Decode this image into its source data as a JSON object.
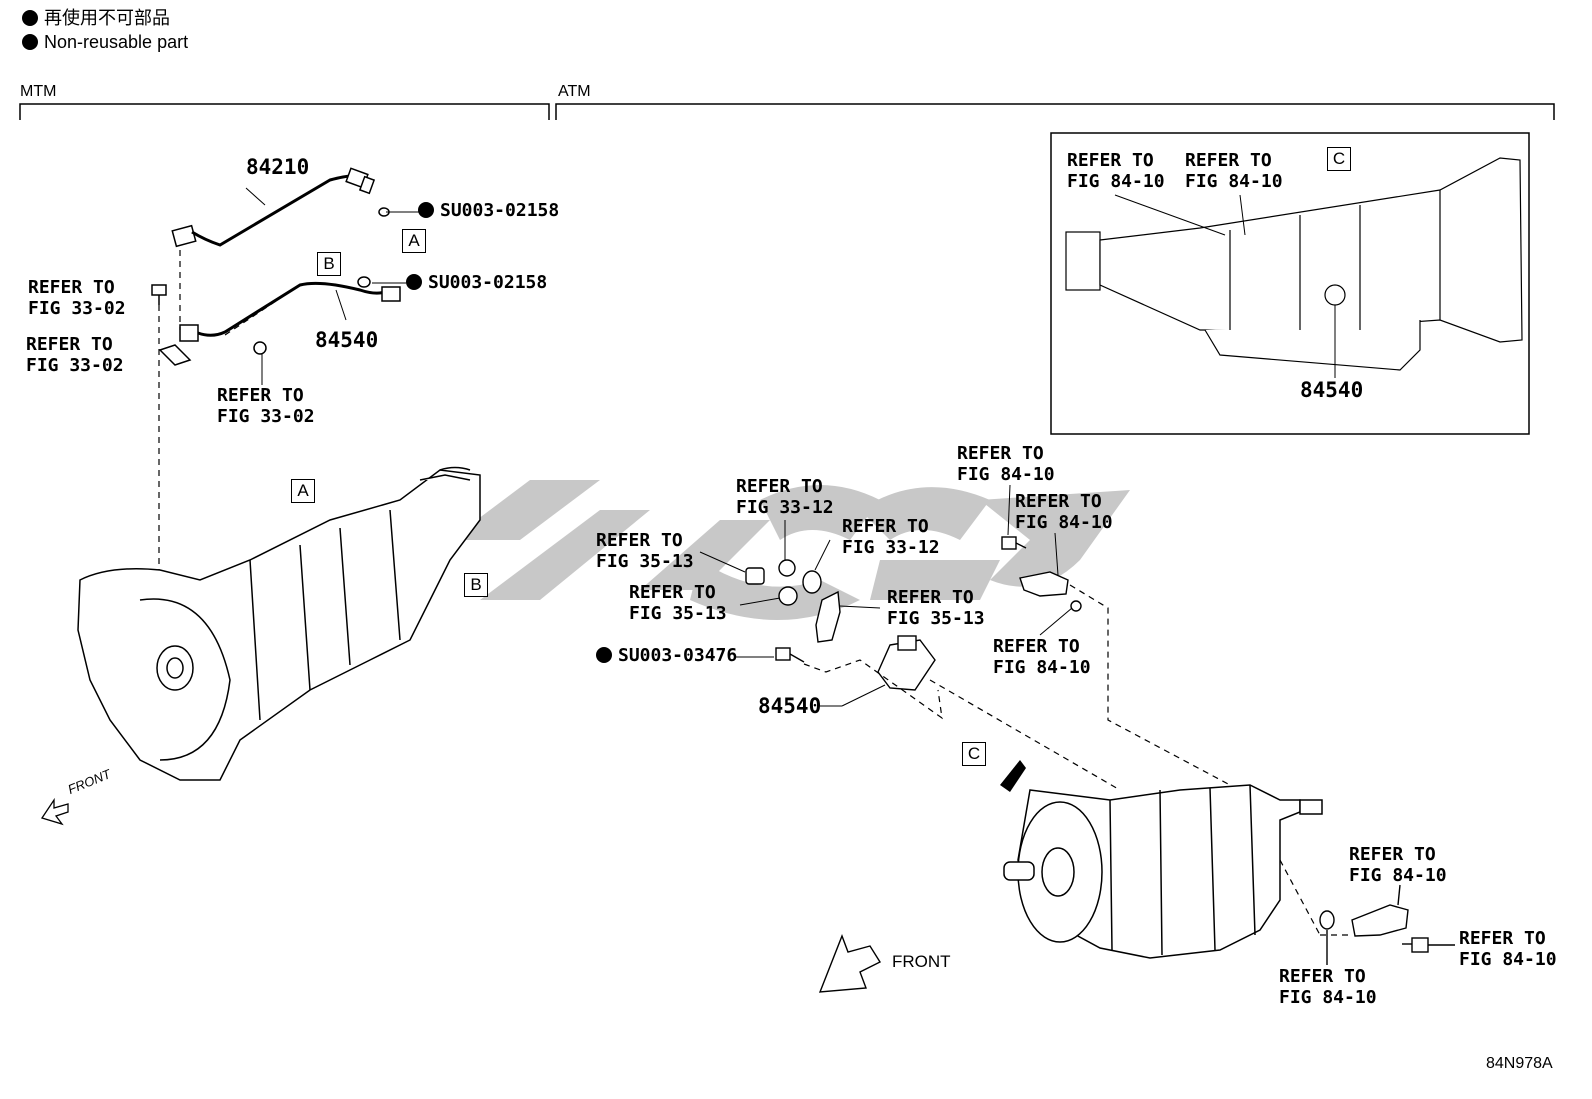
{
  "legend": {
    "ja": "再使用不可部品",
    "en": "Non-reusable part"
  },
  "sections": {
    "mtm": "MTM",
    "atm": "ATM"
  },
  "parts": {
    "p84210": "84210",
    "p84540_mtm": "84540",
    "p84540_atm": "84540",
    "p84540_detail": "84540"
  },
  "seals": {
    "su1": "SU003-02158",
    "su2": "SU003-02158",
    "su3": "SU003-03476"
  },
  "refs": {
    "r_33_02_a": "REFER TO\nFIG 33-02",
    "r_33_02_b": "REFER TO\nFIG 33-02",
    "r_33_02_c": "REFER TO\nFIG 33-02",
    "r_33_12_a": "REFER TO\nFIG 33-12",
    "r_33_12_b": "REFER TO\nFIG 33-12",
    "r_35_13_a": "REFER TO\nFIG 35-13",
    "r_35_13_b": "REFER TO\nFIG 35-13",
    "r_35_13_c": "REFER TO\nFIG 35-13",
    "r_84_10_a": "REFER TO\nFIG 84-10",
    "r_84_10_b": "REFER TO\nFIG 84-10",
    "r_84_10_c": "REFER TO\nFIG 84-10",
    "r_84_10_d": "REFER TO\nFIG 84-10",
    "r_84_10_e": "REFER TO\nFIG 84-10",
    "r_84_10_f": "REFER TO\nFIG 84-10",
    "r_84_10_g": "REFER TO\nFIG 84-10",
    "r_84_10_h": "REFER TO\nFIG 84-10"
  },
  "boxes": {
    "a_top": "A",
    "b_top": "B",
    "a_trans": "A",
    "b_trans": "B",
    "c_detail": "C",
    "c_main": "C"
  },
  "front": {
    "mtm": "FRONT",
    "atm": "FRONT"
  },
  "code": "84N978A"
}
